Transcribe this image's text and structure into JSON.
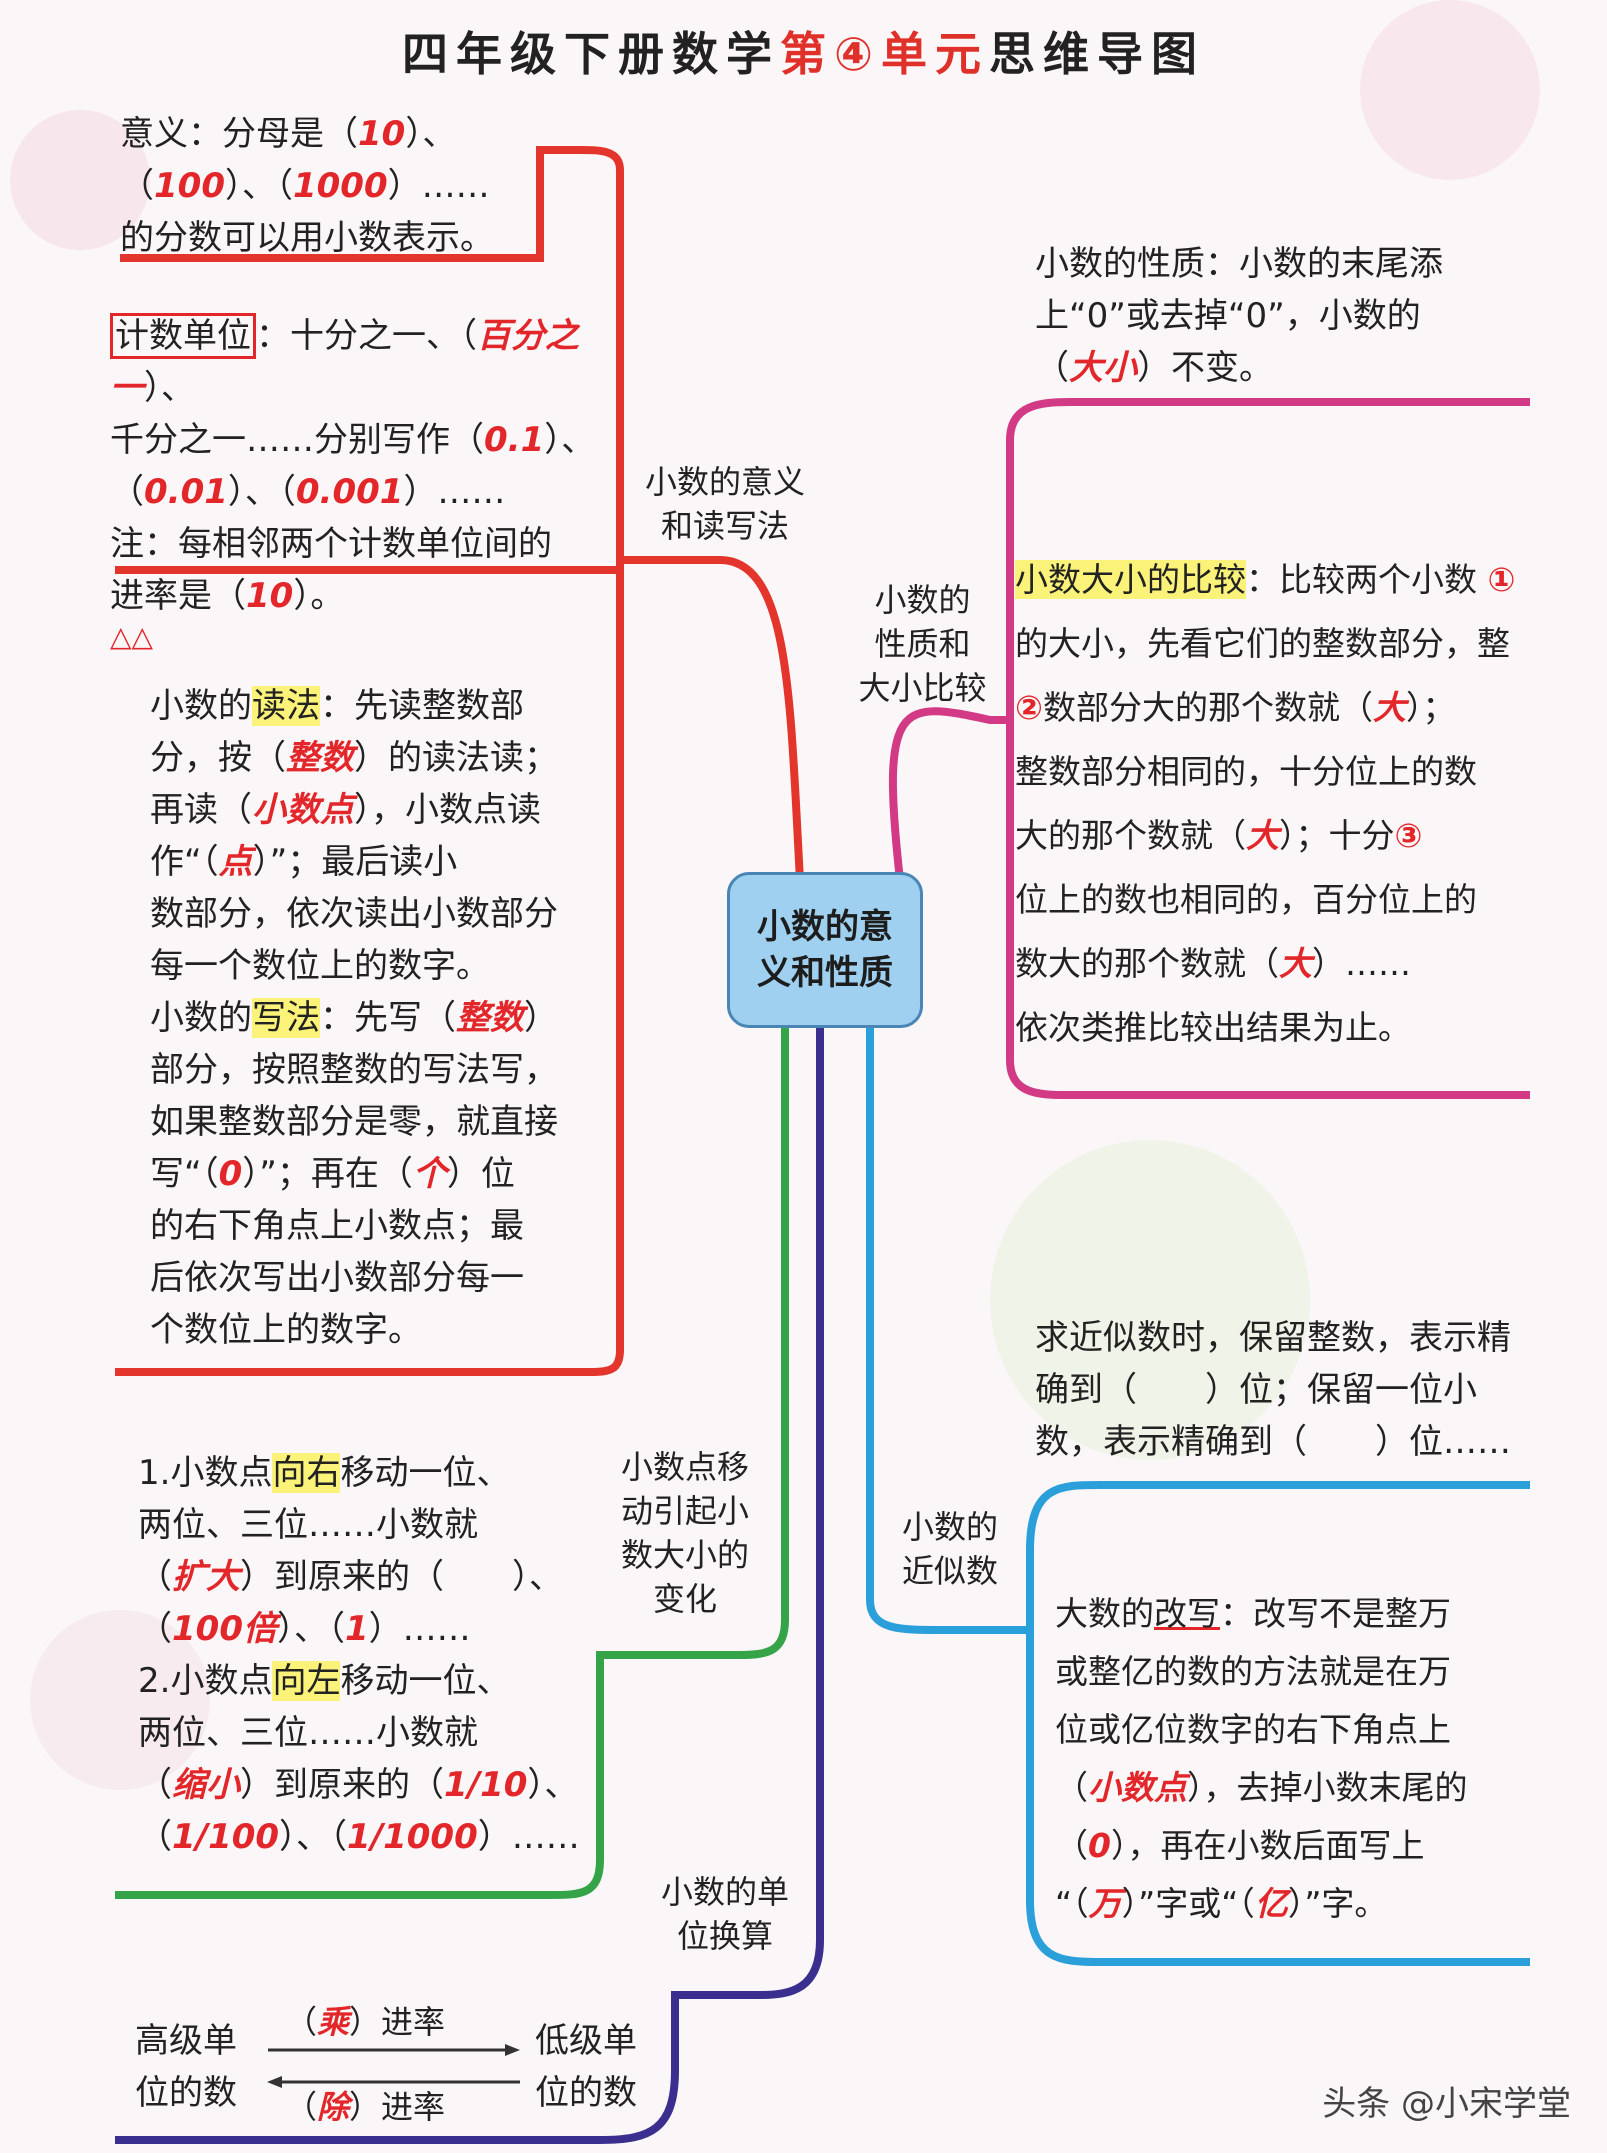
{
  "title": {
    "prefix": "四年级下册数学",
    "unit": "第④单元",
    "suffix": "思维导图"
  },
  "center": {
    "line1": "小数的意",
    "line2": "义和性质"
  },
  "branches": {
    "meaning": {
      "line1": "小数的意义",
      "line2": "和读写法"
    },
    "property": {
      "line1": "小数的",
      "line2": "性质和",
      "line3": "大小比较"
    },
    "move": {
      "line1": "小数点移",
      "line2": "动引起小",
      "line3": "数大小的",
      "line4": "变化"
    },
    "approx": {
      "line1": "小数的",
      "line2": "近似数"
    },
    "unit": {
      "line1": "小数的单",
      "line2": "位换算"
    }
  },
  "meaning_text": {
    "l1a": "意义：分母是（",
    "a1": "10",
    "l1b": "）、",
    "l2a": "（",
    "a2": "100",
    "l2b": "）、（",
    "a3": "1000",
    "l2c": "）……",
    "l3": "的分数可以用小数表示。"
  },
  "counting_unit": {
    "label": "计数单位",
    "l1a": "：十分之一、（",
    "a1": "百分之一",
    "l1b": "）、",
    "l2a": "千分之一……分别写作（",
    "a2": "0.1",
    "l2b": "）、",
    "l3a": "（",
    "a3": "0.01",
    "l3b": "）、（",
    "a4": "0.001",
    "l3c": "）……",
    "l4": "注：每相邻两个计数单位间的",
    "l5a": "进率是（",
    "a5": "10",
    "l5b": "）。",
    "marks": "△△"
  },
  "read_write": {
    "read_pre": "小数的",
    "read_hl": "读法",
    "read_l1": "：先读整数部",
    "l2a": "分，按（",
    "a1": "整数",
    "l2b": "）的读法读；",
    "l3a": "再读（",
    "a2": "小数点",
    "l3b": "），小数点读",
    "l4a": "作“（",
    "a3": "点",
    "l4b": "）”；最后读小",
    "l5": "数部分，依次读出小数部分",
    "l6": "每一个数位上的数字。",
    "write_pre": "小数的",
    "write_hl": "写法",
    "w1a": "：先写（",
    "a4": "整数",
    "w1b": "）",
    "w2": "部分，按照整数的写法写，",
    "w3": "如果整数部分是零，就直接",
    "w4a": "写“（",
    "a5": "0",
    "w4b": "）”；再在（",
    "a6": "个",
    "w4c": "）位",
    "w5": "的右下角点上小数点；最",
    "w6": "后依次写出小数部分每一",
    "w7": "个数位上的数字。"
  },
  "property_text": {
    "l1": "小数的性质：小数的末尾添",
    "l2": "上“0”或去掉“0”，小数的",
    "l3a": "（",
    "a1": "大小",
    "l3b": "）不变。"
  },
  "compare_text": {
    "hl": "小数大小的比较",
    "l1": "：比较两个小数",
    "l2": "的大小，先看它们的整数部分，整",
    "l3a": "数部分大的那个数就（",
    "a1": "大",
    "l3b": "）；",
    "l4": "整数部分相同的，十分位上的数",
    "l5a": "大的那个数就（",
    "a2": "大",
    "l5b": "）；十分",
    "l6": "位上的数也相同的，百分位上的",
    "l7a": "数大的那个数就（",
    "a3": "大",
    "l7b": "）……",
    "l8": "依次类推比较出结果为止。",
    "n1": "①",
    "n2": "②",
    "n3": "③"
  },
  "approx_text": {
    "l1": "求近似数时，保留整数，表示精",
    "l2": "确到（　　）位；保留一位小",
    "l3": "数，表示精确到（　　）位……"
  },
  "rewrite_text": {
    "pre": "大数的",
    "ul": "改写",
    "l1": "：改写不是整万",
    "l2": "或整亿的数的方法就是在万",
    "l3": "位或亿位数字的右下角点上",
    "l4a": "（",
    "a1": "小数点",
    "l4b": "），去掉小数末尾的",
    "l5a": "（",
    "a2": "0",
    "l5b": "），再在小数后面写上",
    "l6a": "“（",
    "a3": "万",
    "l6b": "）”字或“（",
    "a4": "亿",
    "l6c": "）”字。"
  },
  "move_text": {
    "l1a": "1.小数点",
    "h1": "向右",
    "l1b": "移动一位、",
    "l2": "两位、三位……小数就",
    "l3a": "（",
    "a1": "扩大",
    "l3b": "）到原来的（　　）、",
    "l4a": "（",
    "a2": "100倍",
    "l4b": "）、（",
    "a3": "1",
    "l4c": "）……",
    "l5a": "2.小数点",
    "h2": "向左",
    "l5b": "移动一位、",
    "l6": "两位、三位……小数就",
    "l7a": "（",
    "a4": "缩小",
    "l7b": "）到原来的（",
    "a5": "1/10",
    "l7c": "）、",
    "l8a": "（",
    "a6": "1/100",
    "l8b": "）、（",
    "a7": "1/1000",
    "l8c": "）……"
  },
  "unit_text": {
    "high1": "高级单",
    "high2": "位的数",
    "top_a": "（",
    "top_ans": "乘",
    "top_b": "）进率",
    "bot_a": "（",
    "bot_ans": "除",
    "bot_b": "）进率",
    "low1": "低级单",
    "low2": "位的数"
  },
  "watermark": "头条 @小宋学堂",
  "colors": {
    "red": "#e3352b",
    "magenta": "#d23a86",
    "blue": "#2b9fd9",
    "green": "#35a448",
    "purple": "#3a2f8f"
  }
}
